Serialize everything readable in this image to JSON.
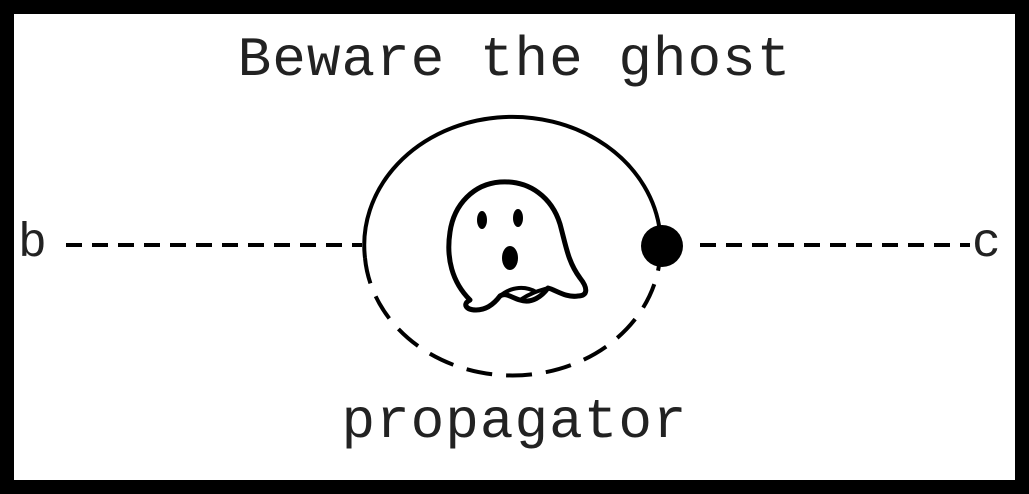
{
  "diagram": {
    "title": "Beware the ghost",
    "caption": "propagator",
    "left_leg_label": "b",
    "right_leg_label": "c",
    "ink_color": "#000000",
    "background_color": "#ffffff",
    "frame_color": "#000000"
  }
}
